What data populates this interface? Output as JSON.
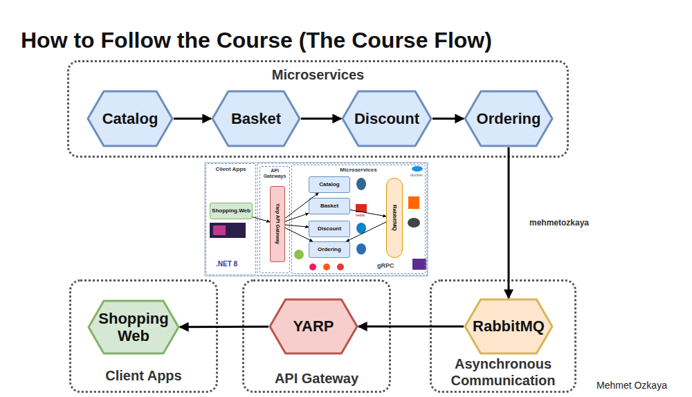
{
  "diagram": {
    "title": "How to Follow the Course (The Course Flow)",
    "nodes": [
      {
        "text": [
          "Microservices"
        ]
      },
      {
        "text": [
          "Catalog"
        ],
        "in": 0
      },
      {
        "text": [
          "Basket"
        ],
        "in": 0
      },
      {
        "text": [
          "Discount"
        ],
        "in": 0
      },
      {
        "text": [
          "Ordering"
        ],
        "in": 0
      },
      {
        "text": [
          "Client Apps"
        ]
      },
      {
        "text": [
          "Shopping.Web"
        ],
        "in": 5
      },
      {
        "text": [
          "API Gateways"
        ]
      },
      {
        "text": [
          "Yarp API Gateway"
        ],
        "in": 7
      },
      {
        "text": [
          "Microservices"
        ]
      },
      {
        "text": [
          "Catalog"
        ],
        "in": 9
      },
      {
        "text": [
          "Basket"
        ],
        "in": 9
      },
      {
        "text": [
          "Discount"
        ],
        "in": 9
      },
      {
        "text": [
          "Ordering"
        ],
        "in": 9
      },
      {
        "text": [
          "RabbitMQ"
        ],
        "in": 9
      },
      {
        "text": [
          "Client Apps"
        ]
      },
      {
        "text": [
          "Shopping Web"
        ],
        "in": 15
      },
      {
        "text": [
          "API Gateway"
        ]
      },
      {
        "text": [
          "YARP"
        ],
        "in": 17
      },
      {
        "text": [
          "Asynchronous Communication"
        ]
      },
      {
        "text": [
          "RabbitMQ"
        ],
        "in": 19
      }
    ],
    "edges": [
      {
        "from": 1,
        "to": 2,
        "arrow": "to"
      },
      {
        "from": 2,
        "to": 3,
        "arrow": "to"
      },
      {
        "from": 3,
        "to": 4,
        "arrow": "to"
      },
      {
        "from": 4,
        "to": 20,
        "arrow": "to"
      },
      {
        "from": 20,
        "to": 18,
        "arrow": "to"
      },
      {
        "from": 18,
        "to": 16,
        "arrow": "to"
      },
      {
        "from": 6,
        "to": 8,
        "arrow": "to"
      },
      {
        "from": 8,
        "to": 10,
        "arrow": "to"
      },
      {
        "from": 8,
        "to": 11,
        "arrow": "to"
      },
      {
        "from": 8,
        "to": 12,
        "arrow": "to"
      },
      {
        "from": 8,
        "to": 13,
        "arrow": "to"
      },
      {
        "from": 11,
        "to": 14,
        "arrow": "to"
      },
      {
        "from": 14,
        "to": 13,
        "arrow": "to"
      }
    ],
    "labels": [
      "mehmetozkaya",
      "Mehmet Ozkaya",
      ".NET 8",
      "docker",
      "gRPC",
      "redis"
    ]
  }
}
